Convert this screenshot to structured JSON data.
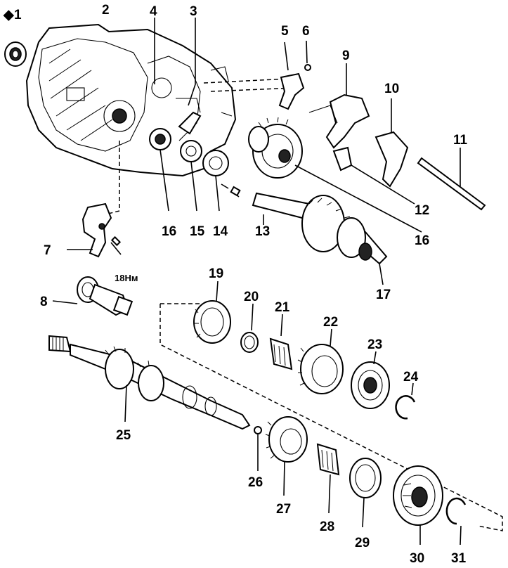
{
  "callouts": {
    "c1": "1",
    "c2": "2",
    "c3": "3",
    "c4": "4",
    "c5": "5",
    "c6": "6",
    "c7": "7",
    "c8": "8",
    "c9": "9",
    "c10": "10",
    "c11": "11",
    "c12": "12",
    "c13": "13",
    "c14": "14",
    "c15": "15",
    "c16a": "16",
    "c16b": "16",
    "c17": "17",
    "c19": "19",
    "c20": "20",
    "c21": "21",
    "c22": "22",
    "c23": "23",
    "c24": "24",
    "c25": "25",
    "c26": "26",
    "c27": "27",
    "c28": "28",
    "c29": "29",
    "c30": "30",
    "c31": "31"
  },
  "torque_label": "18Нм",
  "diamond_marker": "◆"
}
